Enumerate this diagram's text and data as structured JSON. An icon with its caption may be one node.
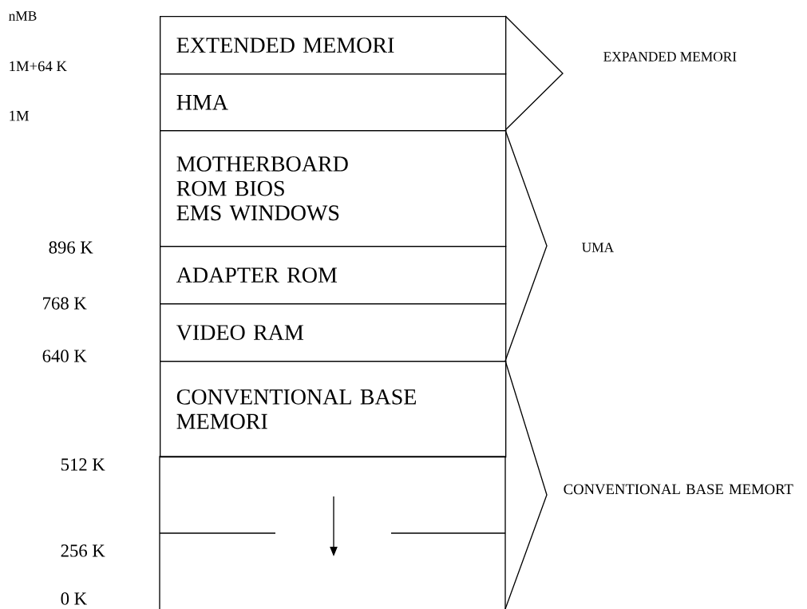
{
  "diagram": {
    "nodes": [
      {
        "text": [
          "EXTENDED MEMORI"
        ]
      },
      {
        "text": [
          "HMA"
        ]
      },
      {
        "text": [
          "MOTHERBOARD",
          "ROM BIOS",
          "EMS WINDOWS"
        ]
      },
      {
        "text": [
          "ADAPTER ROM"
        ]
      },
      {
        "text": [
          "VIDEO RAM"
        ]
      },
      {
        "text": [
          "CONVENTIONAL BASE MEMORI"
        ]
      },
      {
        "text": [],
        "shape": "box"
      }
    ],
    "labels": [
      "nMB",
      "EXPANDED MEMORI",
      "1M+64 K",
      "1M",
      "896 K",
      "UMA",
      "768 K",
      "640 K",
      "512 K",
      "CONVENTIONAL BASE MEMORT",
      "256 K",
      "0 K"
    ]
  }
}
